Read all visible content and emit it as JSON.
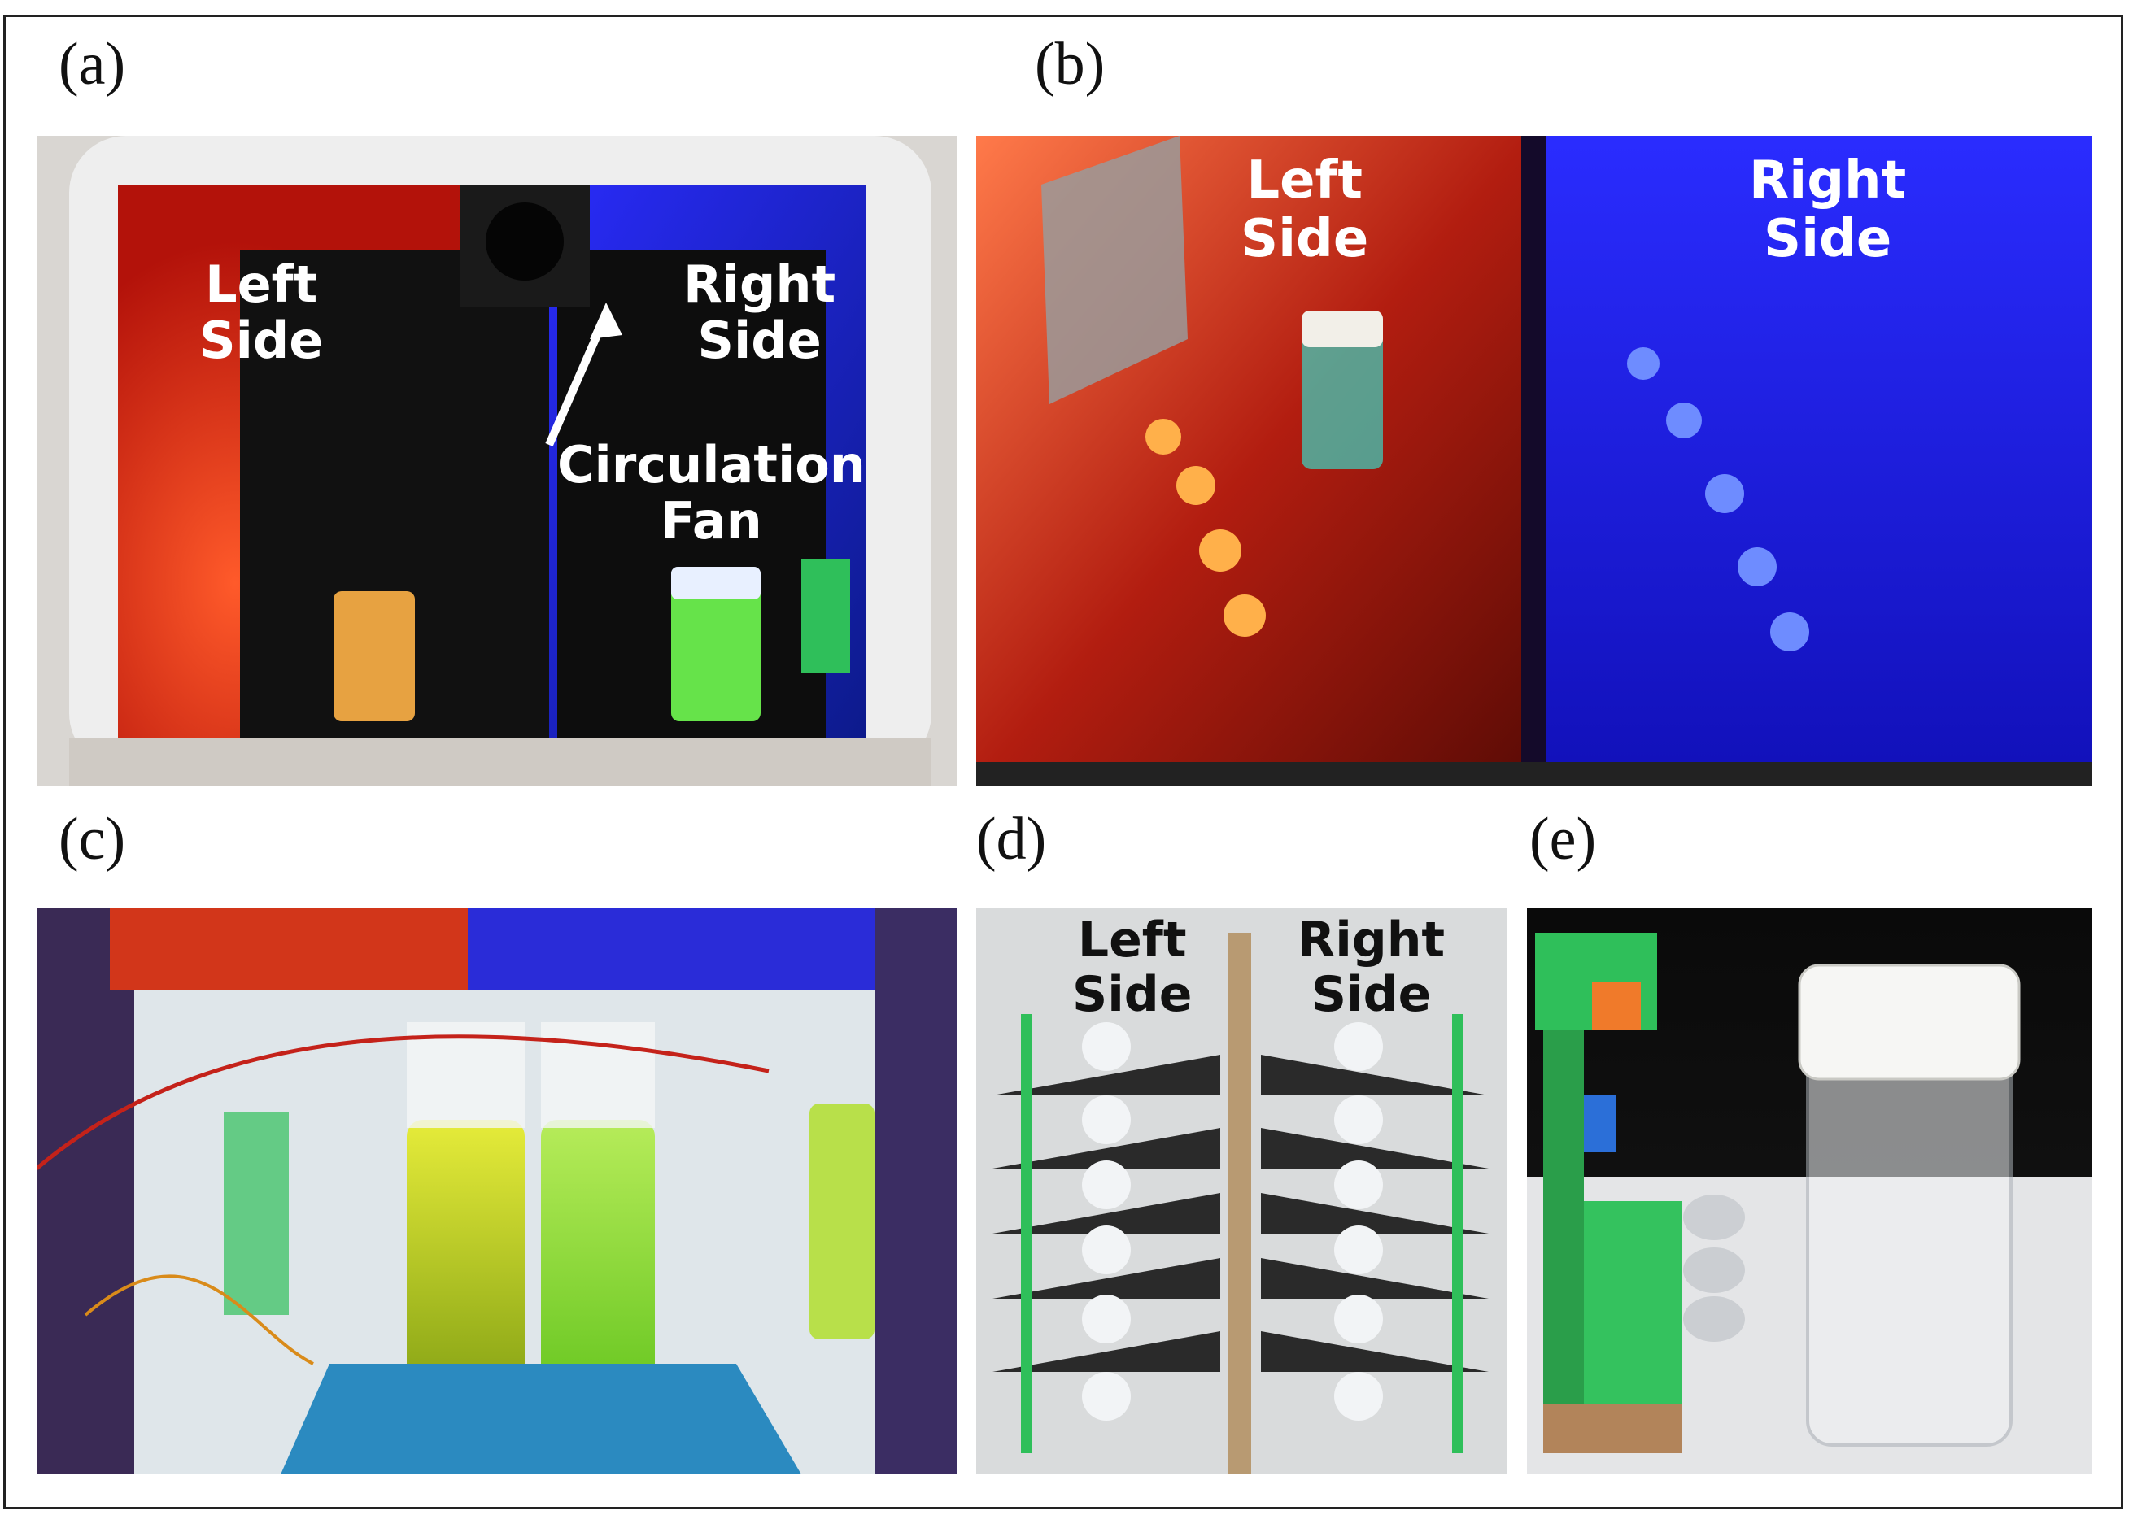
{
  "panels": {
    "a": {
      "letter": "(a)",
      "left_label": [
        "Left",
        "Side"
      ],
      "right_label": [
        "Right",
        "Side"
      ],
      "fan_label": [
        "Circulation",
        "Fan"
      ]
    },
    "b": {
      "letter": "(b)",
      "left_label": [
        "Left",
        "Side"
      ],
      "right_label": [
        "Right",
        "Side"
      ]
    },
    "c": {
      "letter": "(c)"
    },
    "d": {
      "letter": "(d)",
      "left_label": [
        "Left",
        "Side"
      ],
      "right_label": [
        "Right",
        "Side"
      ]
    },
    "e": {
      "letter": "(e)"
    }
  },
  "colors": {
    "red_light": "#ff3a1a",
    "blue_light": "#1f1bff",
    "green_culture": "#7fd23a",
    "yellow_culture": "#d7df2a",
    "pcb_green": "#2fbf5a"
  }
}
